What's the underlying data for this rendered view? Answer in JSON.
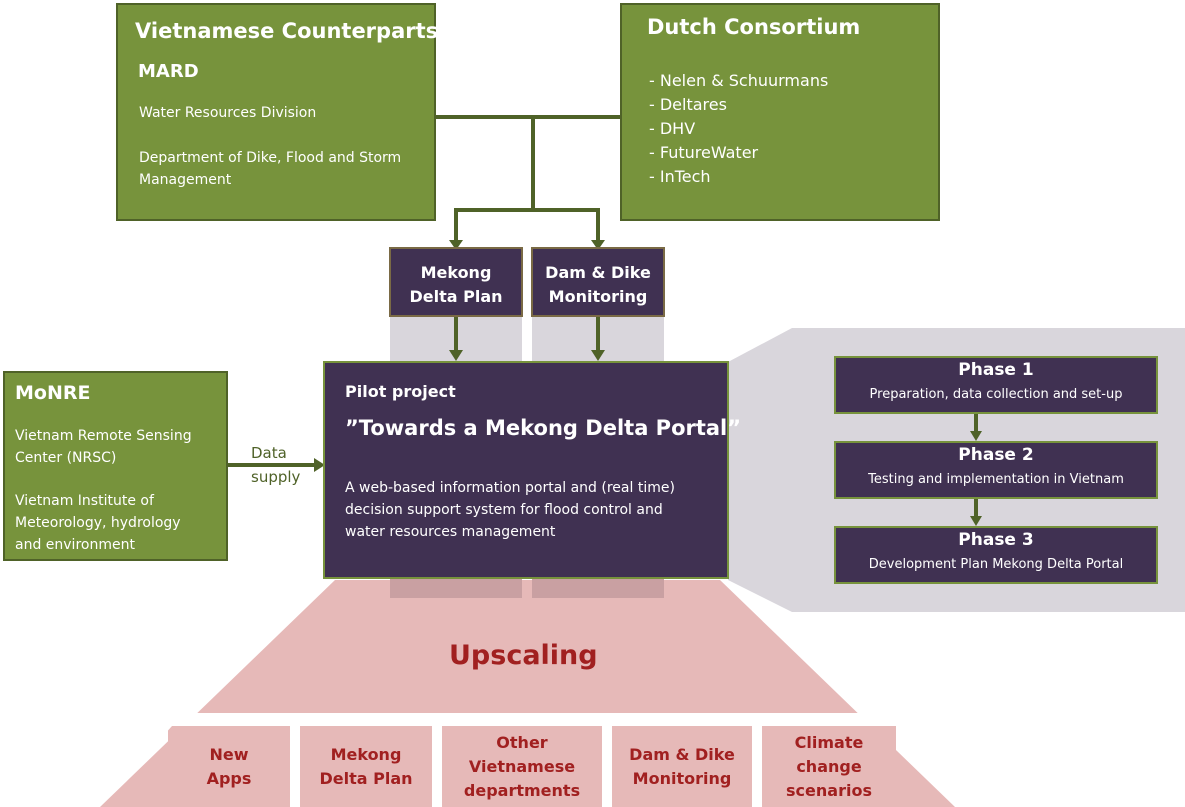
{
  "vn": {
    "title": "Vietnamese Counterparts",
    "org": "MARD",
    "line1": "Water Resources Division",
    "line2a": "Department of Dike, Flood and Storm",
    "line2b": "Management"
  },
  "dutch": {
    "title": "Dutch Consortium",
    "members": [
      "- Nelen & Schuurmans",
      "- Deltares",
      "- DHV",
      "- FutureWater",
      "- InTech"
    ]
  },
  "mekong_plan": {
    "line1": "Mekong",
    "line2": "Delta Plan"
  },
  "dam_dike": {
    "line1": "Dam & Dike",
    "line2": "Monitoring"
  },
  "monre": {
    "title": "MoNRE",
    "l1": "Vietnam Remote Sensing",
    "l2": "Center (NRSC)",
    "l3": "Vietnam Institute of",
    "l4": "Meteorology, hydrology",
    "l5": "and environment"
  },
  "data_supply": {
    "l1": "Data",
    "l2": "supply"
  },
  "pilot": {
    "label": "Pilot project",
    "title": "”Towards a Mekong Delta Portal”",
    "d1": "A web-based information portal and (real time)",
    "d2": "decision support system for flood control and",
    "d3": "water resources management"
  },
  "phases": [
    {
      "title": "Phase 1",
      "desc": "Preparation, data collection and set-up"
    },
    {
      "title": "Phase 2",
      "desc": "Testing and implementation in Vietnam"
    },
    {
      "title": "Phase 3",
      "desc": "Development Plan Mekong Delta Portal"
    }
  ],
  "upscaling": {
    "title": "Upscaling",
    "items": [
      {
        "l1": "New",
        "l2": "Apps"
      },
      {
        "l1": "Mekong",
        "l2": "Delta Plan"
      },
      {
        "l1": "Other",
        "l2": "Vietnamese",
        "l3": "departments"
      },
      {
        "l1": "Dam & Dike",
        "l2": "Monitoring"
      },
      {
        "l1": "Climate change",
        "l2": "scenarios"
      }
    ]
  },
  "colors": {
    "green": "#77933c",
    "green_dark": "#4f6228",
    "purple": "#403152",
    "pink": "#e6b9b8",
    "red_text": "#a12020",
    "grey": "#d9d6dc"
  }
}
